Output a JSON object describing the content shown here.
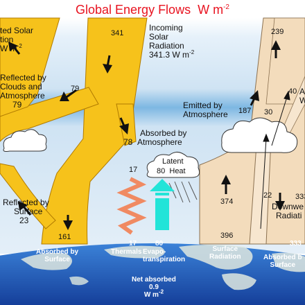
{
  "title": {
    "text": "Global Energy Flows",
    "unit": "W m",
    "exp": "-2"
  },
  "unit": {
    "base": "W m",
    "exp": "-2"
  },
  "colors": {
    "solar": "#f6c21b",
    "solar_edge": "#b07a00",
    "longwave": "#f3dcbc",
    "longwave_edge": "#8a7050",
    "latent": "#22e4d8",
    "thermal": "#f08a62",
    "sky_top": "#dcecf8",
    "sky_band": "#7db7e2",
    "ocean": "#1e5fc6",
    "land": "#dfe8df",
    "title": "#e8121f"
  },
  "labels": {
    "reflected_solar": [
      "ted Solar",
      "tion",
      "W m"
    ],
    "incoming_solar": [
      "Incoming",
      "Solar",
      "Radiation",
      "341.3 W m"
    ],
    "reflected_clouds": [
      "Reflected by",
      "Clouds and",
      "Atmosphere"
    ],
    "absorbed_atmosphere": [
      "Absorbed by",
      "Atmosphere"
    ],
    "emitted_atmosphere": [
      "Emitted by",
      "Atmosphere"
    ],
    "latent_heat": [
      "Latent",
      "Heat"
    ],
    "reflected_surface": [
      "Reflected by",
      "Surface"
    ],
    "atm_window_partial": [
      "A",
      "W"
    ],
    "downwelling_partial": [
      "Downwe",
      "Radiati"
    ]
  },
  "values": {
    "incoming": "341",
    "reflected_clouds": "79",
    "reflected_clouds_label": "79",
    "absorbed_atmosphere": "78",
    "reflected_surface": "23",
    "absorbed_surface": "161",
    "thermals": "17",
    "thermals_top": "17",
    "evapotranspiration": "80",
    "latent_cloud": "80",
    "emitted_top": "239",
    "emitted_atm": "187",
    "window_30": "30",
    "window_40": "40",
    "surface_radiation_in": "374",
    "surface_radiation": "396",
    "window_22": "22",
    "back_radiation": "333",
    "back_surface": "333",
    "net_absorbed": "0.9"
  },
  "surface_labels": {
    "absorbed_surface": [
      "Absorbed by",
      "Surface"
    ],
    "thermals": "Thermals",
    "evapo": [
      "Evapo-",
      "transpiration"
    ],
    "surface_radiation": [
      "Surface",
      "Radiation"
    ],
    "absorbed_right": [
      "Absorbed b",
      "Surface"
    ],
    "net_absorbed": [
      "Net absorbed",
      "W m"
    ]
  }
}
